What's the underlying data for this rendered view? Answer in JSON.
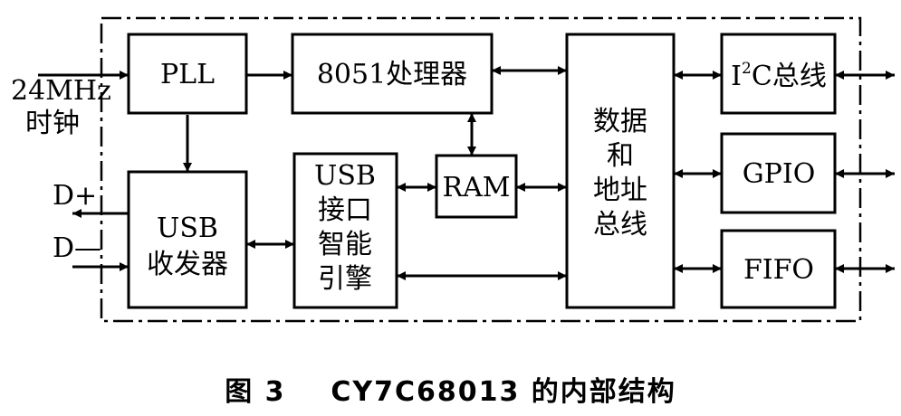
{
  "diagram": {
    "blocks": {
      "pll": "PLL",
      "cpu": "8051处理器",
      "bus": [
        "数据",
        "和",
        "地址",
        "总线"
      ],
      "i2c_prefix": "I",
      "i2c_sup": "2",
      "i2c_suffix": "C总线",
      "usb_engine": [
        "USB",
        "接口",
        "智能",
        "引擎"
      ],
      "ram": "RAM",
      "gpio": "GPIO",
      "usb_transceiver": [
        "USB",
        "收发器"
      ],
      "fifo": "FIFO"
    },
    "signals": {
      "clock_freq": "24MHz",
      "clock_label": "时钟",
      "d_plus": "D+",
      "d_minus": "D—"
    }
  },
  "caption": {
    "figure_number": "图 3",
    "title": "CY7C68013 的内部结构"
  }
}
